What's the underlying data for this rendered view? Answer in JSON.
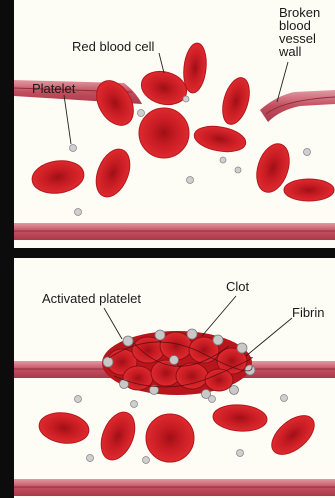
{
  "top_panel": {
    "labels": {
      "red_blood_cell": "Red blood cell",
      "platelet": "Platelet",
      "broken_wall": [
        "Broken",
        "blood",
        "vessel",
        "wall"
      ]
    }
  },
  "bottom_panel": {
    "labels": {
      "activated_platelet": "Activated platelet",
      "clot": "Clot",
      "fibrin": "Fibrin"
    }
  },
  "colors": {
    "red_cell": "#d21f26",
    "red_cell_center": "#a8141b",
    "vessel_wall": "#c65867",
    "plasma": "#fdfdf6",
    "platelet": "#c9c9c9",
    "frame": "#0c0c0c"
  }
}
